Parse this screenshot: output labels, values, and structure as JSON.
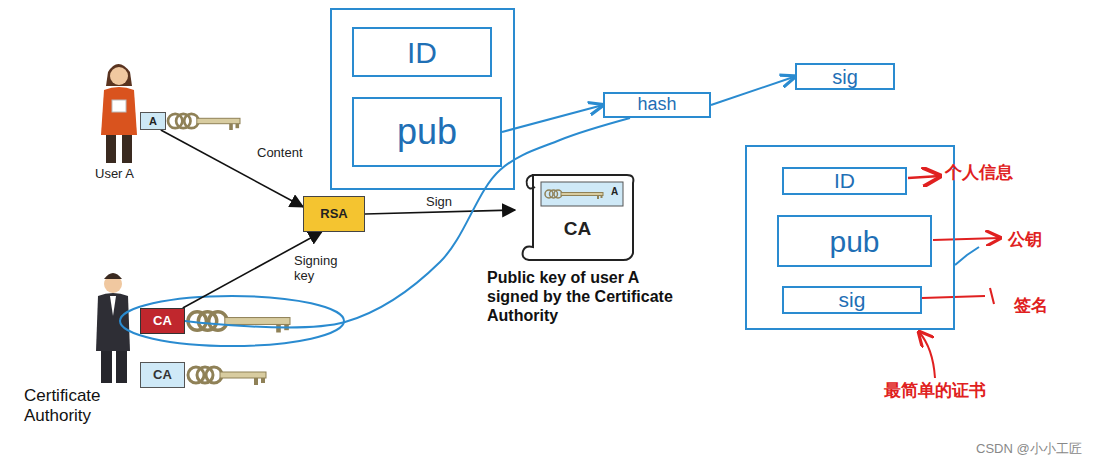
{
  "diagram": {
    "nodes": [
      {
        "text": [
          "A"
        ]
      },
      {
        "text": [
          "RSA"
        ]
      },
      {
        "text": [
          "CA"
        ]
      },
      {
        "text": [
          "CA"
        ]
      },
      {
        "text": [
          "A",
          "CA"
        ]
      },
      {
        "text": []
      },
      {
        "text": [
          "ID"
        ],
        "in": 5
      },
      {
        "text": [
          "pub"
        ],
        "in": 5
      },
      {
        "text": [
          "hash"
        ]
      },
      {
        "text": [
          "sig"
        ]
      },
      {
        "text": []
      },
      {
        "text": [
          "ID"
        ],
        "in": 10
      },
      {
        "text": [
          "pub"
        ],
        "in": 10
      },
      {
        "text": [
          "sig"
        ],
        "in": 10
      }
    ],
    "edges": [
      {
        "from": 0,
        "to": 1,
        "arrow": "to",
        "label": "Content"
      },
      {
        "from": 2,
        "to": 1,
        "arrow": "to",
        "label": "Signing key"
      },
      {
        "from": 1,
        "to": 4,
        "arrow": "to",
        "label": "Sign"
      },
      {
        "from": 7,
        "to": 8,
        "arrow": "to"
      },
      {
        "from": 8,
        "to": 9,
        "arrow": "to"
      },
      {
        "from": 2,
        "to": 8,
        "arrow": "none"
      }
    ],
    "labels": [
      "User A",
      "Certificate Authority",
      "Public key of user A signed by the Certificate Authority",
      "个人信息",
      "公钥",
      "签名",
      "最简单的证书",
      "CSDN @小小工匠"
    ]
  }
}
